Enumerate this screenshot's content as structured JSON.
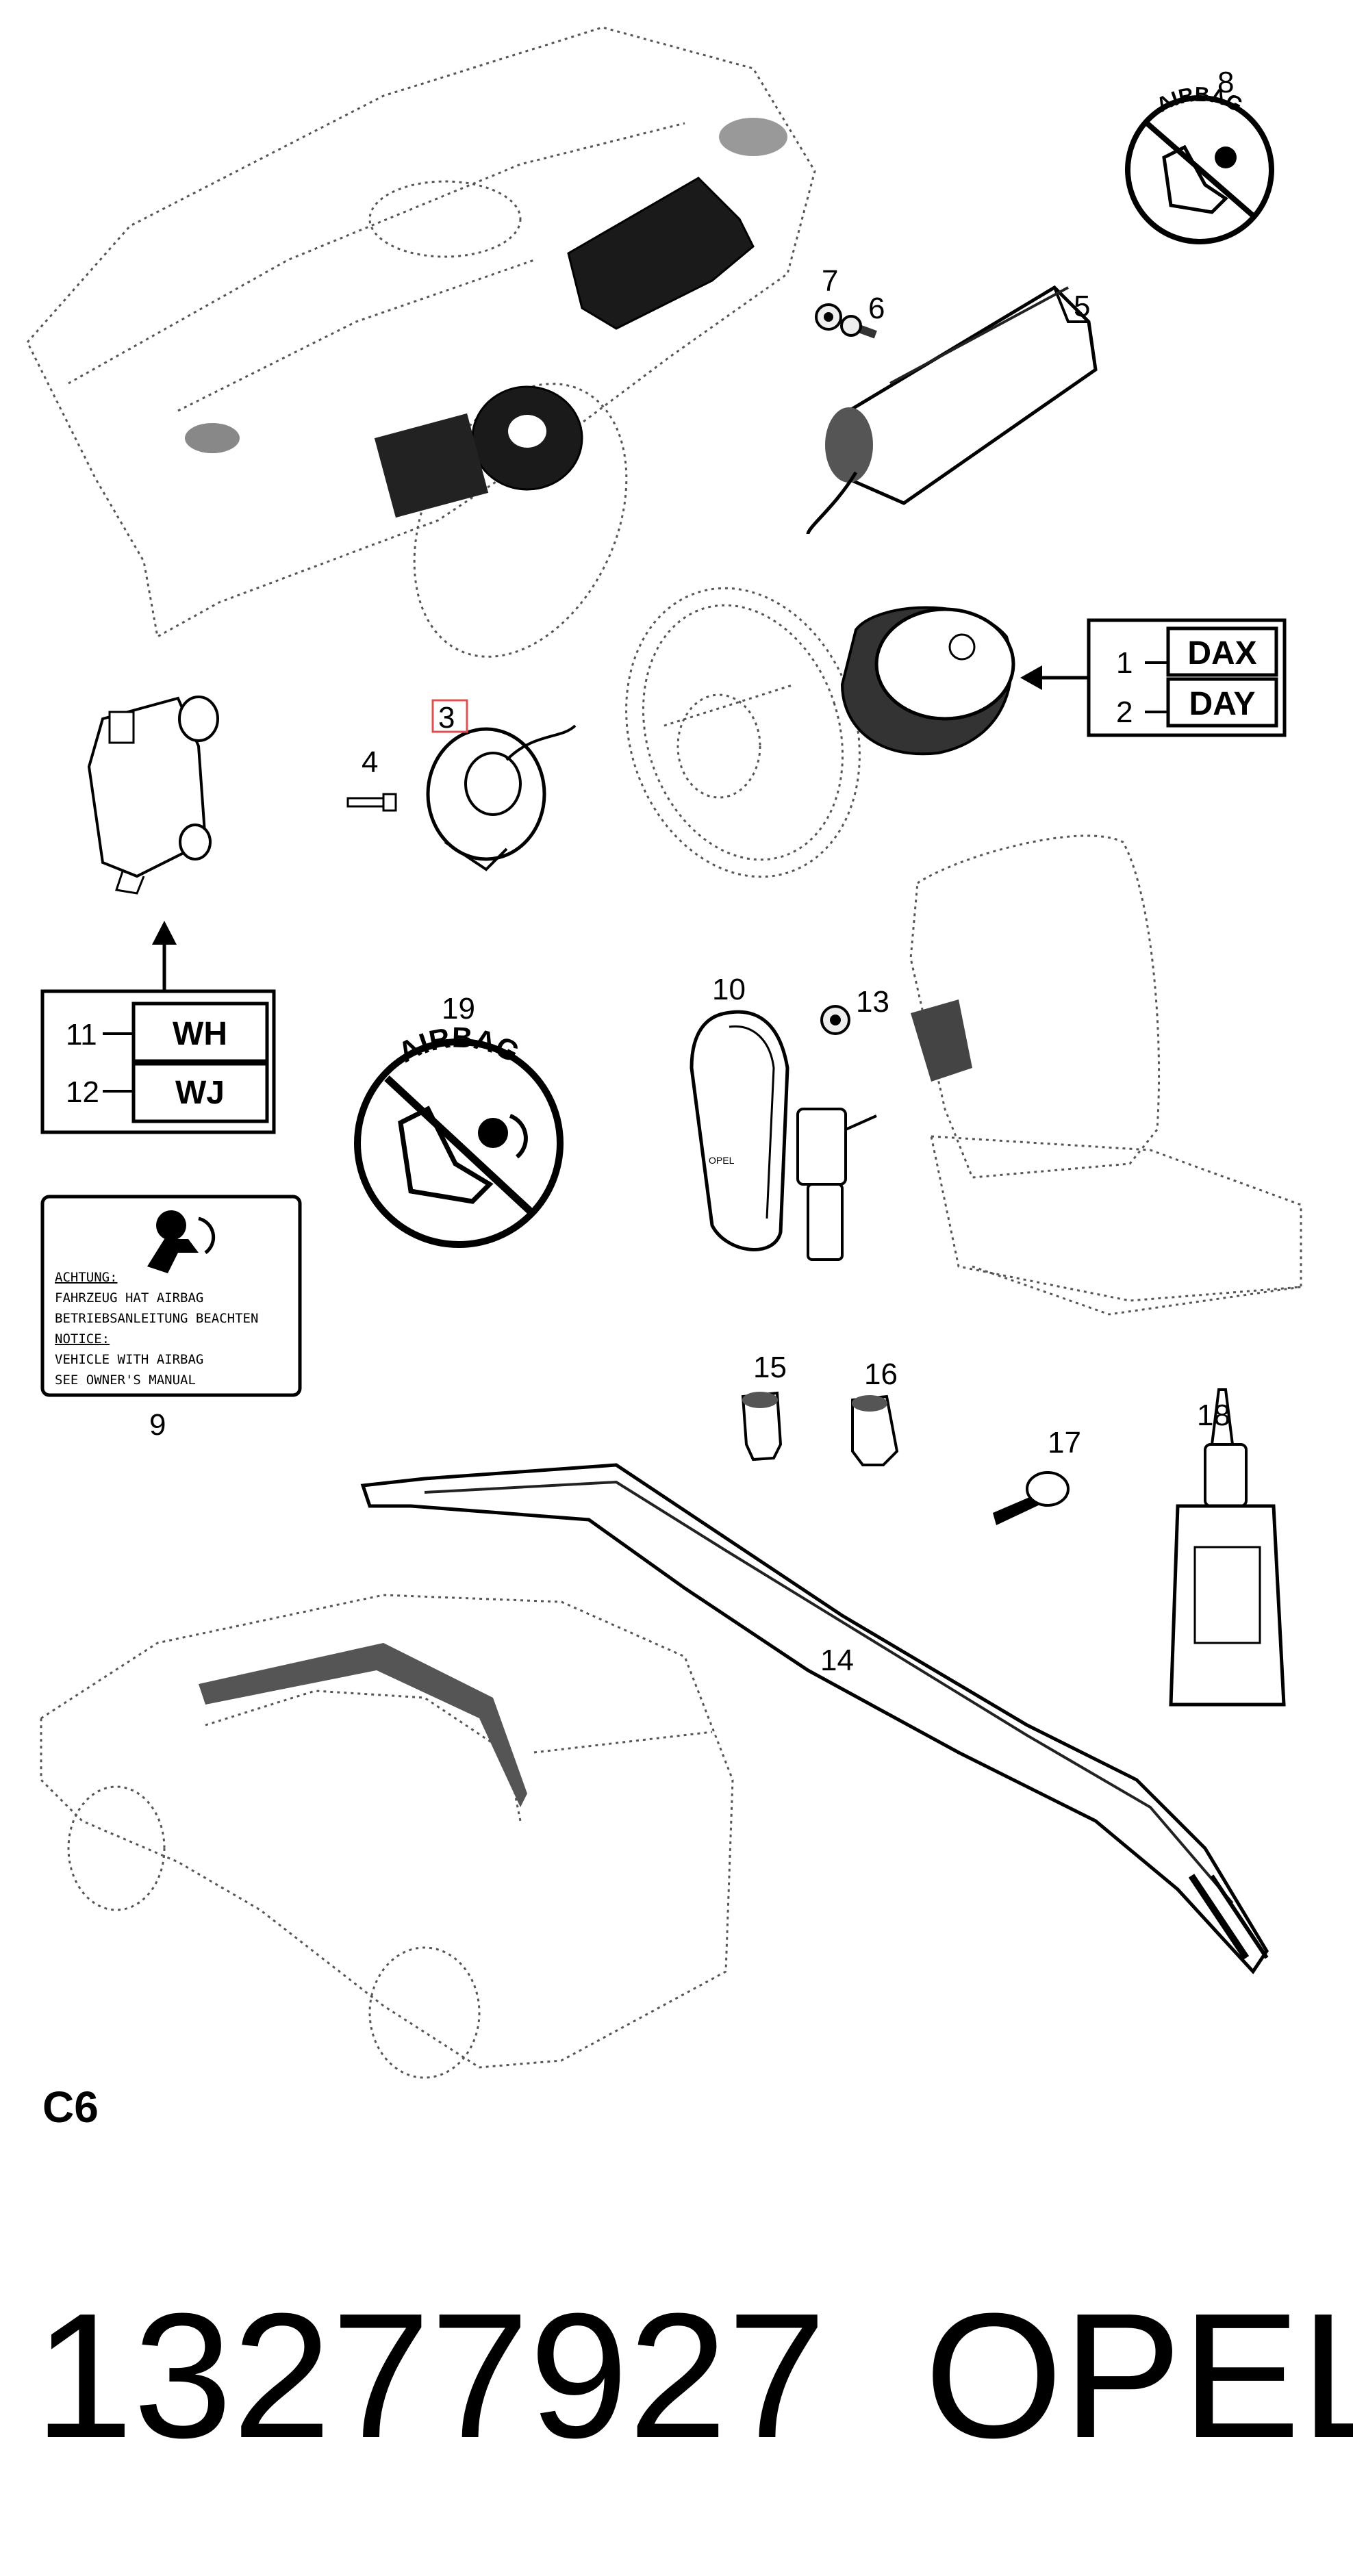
{
  "callouts": {
    "c1": "1",
    "c2": "2",
    "c3": "3",
    "c4": "4",
    "c5": "5",
    "c6": "6",
    "c7": "7",
    "c8": "8",
    "c9": "9",
    "c10": "10",
    "c11": "11",
    "c12": "12",
    "c13": "13",
    "c14": "14",
    "c15": "15",
    "c16": "16",
    "c17": "17",
    "c18": "18",
    "c19": "19"
  },
  "codes": {
    "dax": "DAX",
    "day": "DAY",
    "wh": "WH",
    "wj": "WJ"
  },
  "badges": {
    "small": "AIRBAG",
    "large": "AIRBAG",
    "module_logo": "OPEL"
  },
  "warning_label": {
    "line1": "ACHTUNG:",
    "line2": "FAHRZEUG HAT AIRBAG",
    "line3": "BETRIEBSANLEITUNG BEACHTEN",
    "line4": "NOTICE:",
    "line5": "VEHICLE WITH AIRBAG",
    "line6": "SEE OWNER'S MANUAL"
  },
  "section": "C6",
  "part_number": "13277927",
  "brand": "OPEL",
  "highlight_color": "#e05050"
}
